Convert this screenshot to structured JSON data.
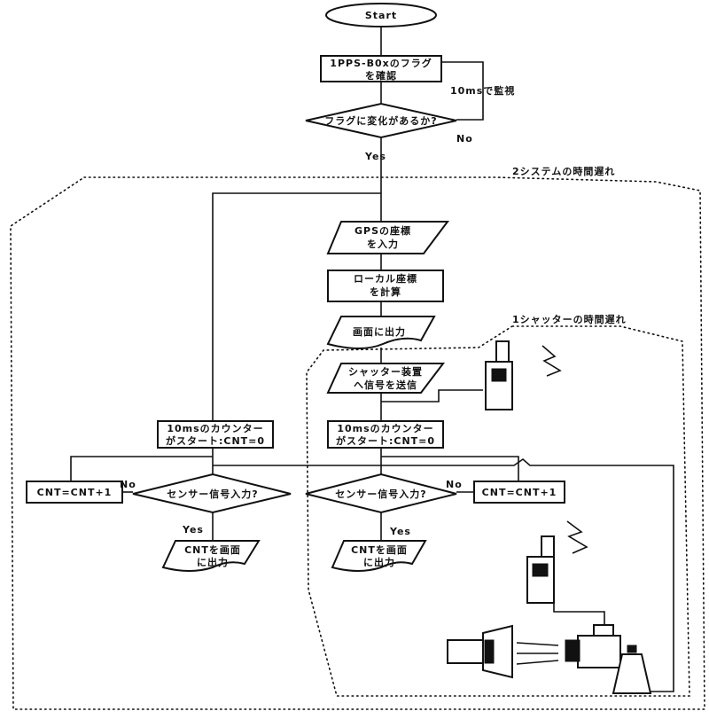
{
  "nodes": {
    "start": "Start",
    "check_flag_1": "1PPS-B0xのフラグ",
    "check_flag_2": "を確認",
    "monitor": "10msで監視",
    "flag_changed": "フラグに変化があるか?",
    "no_1": "No",
    "yes_1": "Yes",
    "gps_1": "GPSの座標",
    "gps_2": "を入力",
    "local_1": "ローカル座標",
    "local_2": "を計算",
    "screen_out": "画面に出力",
    "shutter_1": "シャッター装置",
    "shutter_2": "へ信号を送信",
    "counter_l_1": "10msのカウンター",
    "counter_l_2": "がスタート:CNT=0",
    "counter_r_1": "10msのカウンター",
    "counter_r_2": "がスタート:CNT=0",
    "cnt_inc_l": "CNT=CNT+1",
    "cnt_inc_r": "CNT=CNT+1",
    "sensor_l": "センサー信号入力?",
    "sensor_r": "センサー信号入力?",
    "no_l": "No",
    "no_r": "No",
    "yes_l": "Yes",
    "yes_r": "Yes",
    "cnt_out_l_1": "CNTを画面",
    "cnt_out_l_2": "に出力",
    "cnt_out_r_1": "CNTを画面",
    "cnt_out_r_2": "に出力"
  },
  "regions": {
    "system_delay": "2システムの時間遅れ",
    "shutter_delay": "1シャッターの時間遅れ"
  },
  "devices": {
    "transmitter": "radio-transmitter-icon",
    "receiver": "radio-receiver-icon",
    "camera": "camera-icon",
    "light_source": "light-source-icon",
    "sensor": "light-sensor-icon"
  }
}
